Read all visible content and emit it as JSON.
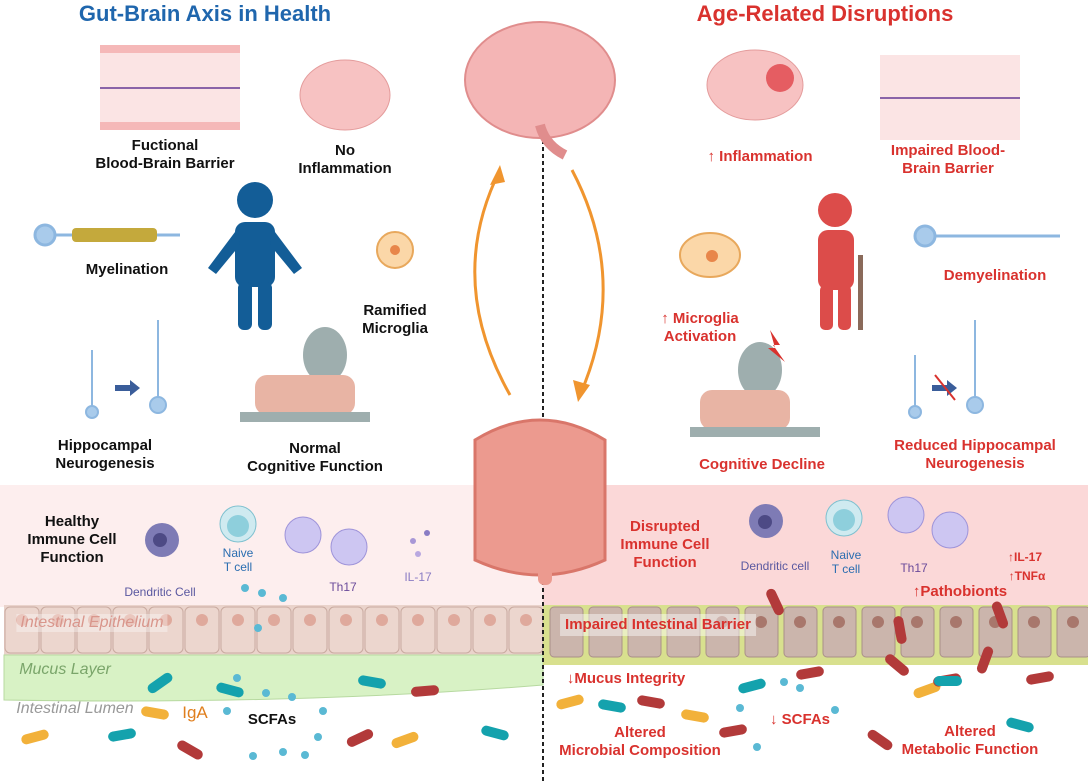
{
  "titles": {
    "left": "Gut-Brain Axis in Health",
    "right": "Age-Related Disruptions"
  },
  "health": {
    "bbb": "Fuctional\nBlood-Brain Barrier",
    "inflammation": "No\nInflammation",
    "myelination": "Myelination",
    "microglia": "Ramified\nMicroglia",
    "neurogenesis": "Hippocampal\nNeurogenesis",
    "cognitive": "Normal\nCognitive Function",
    "immune": "Healthy\nImmune Cell\nFunction",
    "dendritic": "Dendritic Cell",
    "naive": "Naive\nT cell",
    "th17": "Th17",
    "il17": "IL-17",
    "epithelium": "Intestinal Epithelium",
    "mucus": "Mucus Layer",
    "lumen": "Intestinal Lumen",
    "iga": "IgA",
    "scfas": "SCFAs"
  },
  "aging": {
    "inflammation": "↑ Inflammation",
    "bbb": "Impaired Blood-\nBrain Barrier",
    "microglia": "↑ Microglia\nActivation",
    "demyelination": "Demyelination",
    "cognitive": "Cognitive Decline",
    "neurogenesis": "Reduced Hippocampal\nNeurogenesis",
    "immune": "Disrupted\nImmune Cell\nFunction",
    "dendritic": "Dendritic cell",
    "naive": "Naive\nT cell",
    "th17": "Th17",
    "il17": "↑IL-17",
    "tnfa": "↑TNFα",
    "pathobionts": "↑Pathobionts",
    "barrier": "Impaired Intestinal Barrier",
    "mucus": "↓Mucus Integrity",
    "microbial": "Altered\nMicrobial Composition",
    "scfas": "↓ SCFAs",
    "metabolic": "Altered\nMetabolic Function"
  },
  "colors": {
    "health_blue": "#1f66ad",
    "aging_red": "#d9322e",
    "arrow": "#f0952f"
  }
}
